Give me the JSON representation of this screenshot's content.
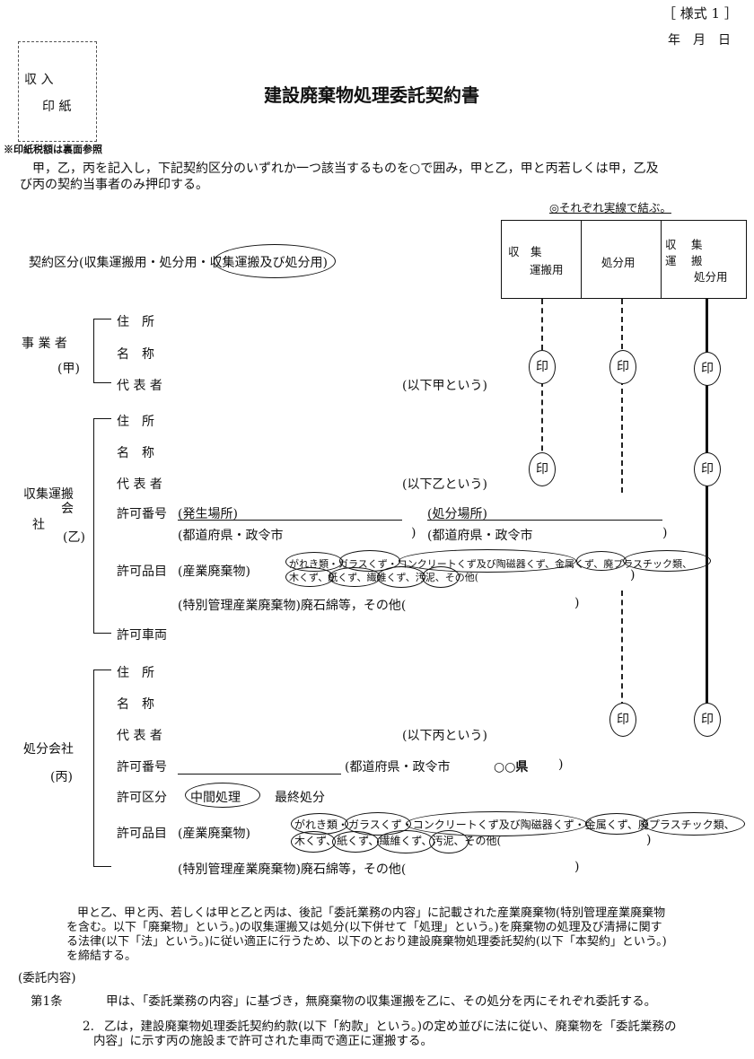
{
  "header": {
    "form_no": "［ 様式 1 ］",
    "date": "年　月　日"
  },
  "stamp_box": {
    "line1": "収 入",
    "line2": "印 紙",
    "note": "※印紙税額は裏面参照"
  },
  "title": "建設廃棄物処理委託契約書",
  "intro": {
    "line1": "甲，乙，丙を記入し，下記契約区分のいずれか一つ該当するものを○で囲み，甲と乙，甲と丙若しくは甲，乙及",
    "line2": "び丙の契約当事者のみ押印する。"
  },
  "contract_type": {
    "label": "契約区分(収集運搬用・処分用・収集運搬及び処分用)",
    "note": "◎それぞれ実線で結ぶ。",
    "columns": [
      "収　集\n運搬用",
      "処分用",
      "収　集\n運　搬\n処分用"
    ],
    "selected": "収集運搬及び処分用"
  },
  "seal_char": "印",
  "party_a": {
    "label": "事 業 者",
    "sub": "(甲)",
    "fields": [
      "住　所",
      "名　称",
      "代 表 者"
    ],
    "alias": "(以下甲という)"
  },
  "party_b": {
    "label": "収集運搬会社",
    "sub": "(乙)",
    "fields": [
      "住　所",
      "名　称",
      "代 表 者",
      "許可番号",
      "許可品目",
      "許可車両"
    ],
    "alias": "(以下乙という)",
    "permit_origin": "(発生場所)",
    "permit_disposal": "(処分場所)",
    "pref": "(都道府県・政令市",
    "close": ")",
    "items_label": "(産業廃棄物)",
    "items_line1": "がれき類・ガラスくず・コンクリートくず及び陶磁器くず、金属くず、廃プラスチック類、",
    "items_line2": "木くず、紙くず、繊維くず、汚泥、その他(",
    "special": "(特別管理産業廃棄物)廃石綿等，その他("
  },
  "party_c": {
    "label": "処分会社",
    "sub": "(丙)",
    "fields": [
      "住　所",
      "名　称",
      "代 表 者",
      "許可番号",
      "許可区分",
      "許可品目"
    ],
    "alias": "(以下丙という)",
    "pref": "(都道府県・政令市",
    "pref_value": "○○県",
    "close": ")",
    "category_options": [
      "中間処理",
      "最終処分"
    ],
    "items_label": "(産業廃棄物)",
    "items_line1": "がれき類・ガラスくず・コンクリートくず及び陶磁器くず・金属くず、廃プラスチック類、",
    "items_line2": "木くず、紙くず、繊維くず、汚泥、その他(",
    "special": "(特別管理産業廃棄物)廃石綿等，その他("
  },
  "body": {
    "p1": [
      "甲と乙、甲と丙、若しくは甲と乙と丙は、後記「委託業務の内容」に記載された産業廃棄物(特別管理産業廃棄物",
      "を含む。以下「廃棄物」という。)の収集運搬又は処分(以下併せて「処理」という。)を廃棄物の処理及び清掃に関す",
      "る法律(以下「法」という。)に従い適正に行うため、以下のとおり建設廃棄物処理委託契約(以下「本契約」という。)",
      "を締結する。"
    ],
    "section": "(委託内容)",
    "article1_no": "第1条",
    "article1": "甲は、「委託業務の内容」に基づき，無廃棄物の収集運搬を乙に、その処分を丙にそれぞれ委託する。",
    "article2_no": "2.",
    "article2": [
      "乙は，建設廃棄物処理委託契約約款(以下「約款」という。)の定め並びに法に従い、廃棄物を「委託業務の",
      "内容」に示す丙の施設まで許可された車両で適正に運搬する。"
    ]
  }
}
